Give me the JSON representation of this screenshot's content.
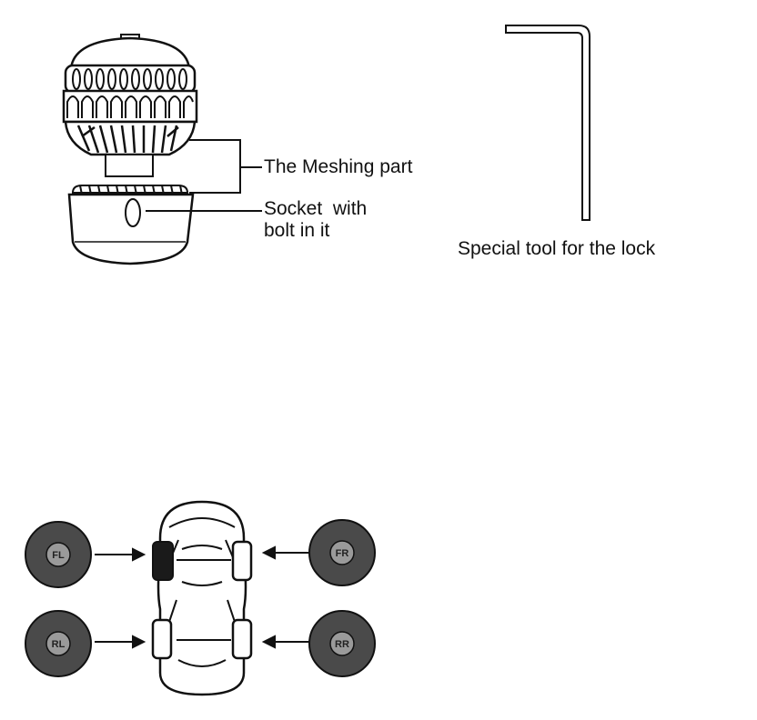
{
  "labels": {
    "meshing_part": "The Meshing part",
    "socket_line1": "Socket  with",
    "socket_line2": "bolt in it",
    "special_tool": "Special tool for the lock"
  },
  "sensors": {
    "front_left": "FL",
    "front_right": "FR",
    "rear_left": "RL",
    "rear_right": "RR"
  },
  "colors": {
    "ink": "#111111",
    "sensor_fill": "#4a4a4a",
    "sensor_inner": "#9a9a9a",
    "highlight_wheel": "#1a1a1a"
  }
}
